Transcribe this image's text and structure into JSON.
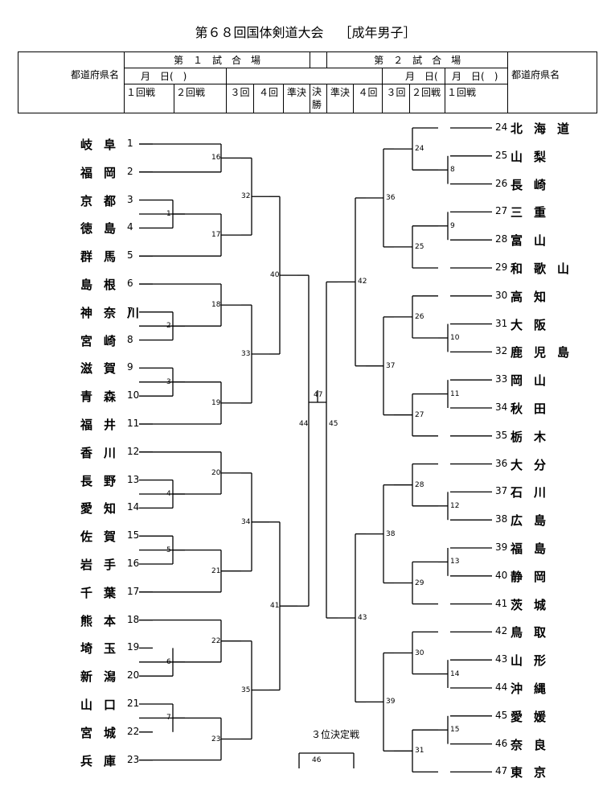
{
  "header": {
    "title": "第６８回国体剣道大会",
    "subtitle": "［成年男子］",
    "venue1": "第　１　試　合　場",
    "venue2": "第　２　試　合　場",
    "pref_label": "都道府県名",
    "date_label": "月　日(　)",
    "venue1_rounds": [
      "１回戦",
      "２回戦",
      "３回",
      "４回",
      "準決",
      "決勝"
    ],
    "venue2_rounds": [
      "準決",
      "４回",
      "３回",
      "２回戦",
      "１回戦"
    ]
  },
  "left_teams": [
    "岐阜",
    "福岡",
    "京都",
    "徳島",
    "群馬",
    "島根",
    "神奈川",
    "宮崎",
    "滋賀",
    "青森",
    "福井",
    "香川",
    "長野",
    "愛知",
    "佐賀",
    "岩手",
    "千葉",
    "熊本",
    "埼玉",
    "新潟",
    "山口",
    "宮城",
    "兵庫"
  ],
  "right_teams": [
    "北海道",
    "山梨",
    "長崎",
    "三重",
    "富山",
    "和歌山",
    "高知",
    "大阪",
    "鹿児島",
    "岡山",
    "秋田",
    "栃木",
    "大分",
    "石川",
    "広島",
    "福島",
    "静岡",
    "茨城",
    "鳥取",
    "山形",
    "沖縄",
    "愛媛",
    "奈良",
    "東京"
  ],
  "left_numbers": [
    "1",
    "2",
    "3",
    "4",
    "5",
    "6",
    "7",
    "8",
    "9",
    "10",
    "11",
    "12",
    "13",
    "14",
    "15",
    "16",
    "17",
    "18",
    "19",
    "20",
    "21",
    "22",
    "23"
  ],
  "right_numbers": [
    "24",
    "25",
    "26",
    "27",
    "28",
    "29",
    "30",
    "31",
    "32",
    "33",
    "34",
    "35",
    "36",
    "37",
    "38",
    "39",
    "40",
    "41",
    "42",
    "43",
    "44",
    "45",
    "46",
    "47"
  ],
  "match_numbers": [
    "1",
    "2",
    "3",
    "4",
    "5",
    "6",
    "7",
    "8",
    "9",
    "10",
    "11",
    "12",
    "13",
    "14",
    "15",
    "16",
    "17",
    "18",
    "19",
    "20",
    "21",
    "22",
    "23",
    "24",
    "25",
    "26",
    "27",
    "28",
    "29",
    "30",
    "31",
    "32",
    "33",
    "34",
    "35",
    "36",
    "37",
    "38",
    "39",
    "40",
    "41",
    "42",
    "43",
    "44",
    "45",
    "46",
    "47"
  ],
  "third_place_label": "３位決定戦"
}
